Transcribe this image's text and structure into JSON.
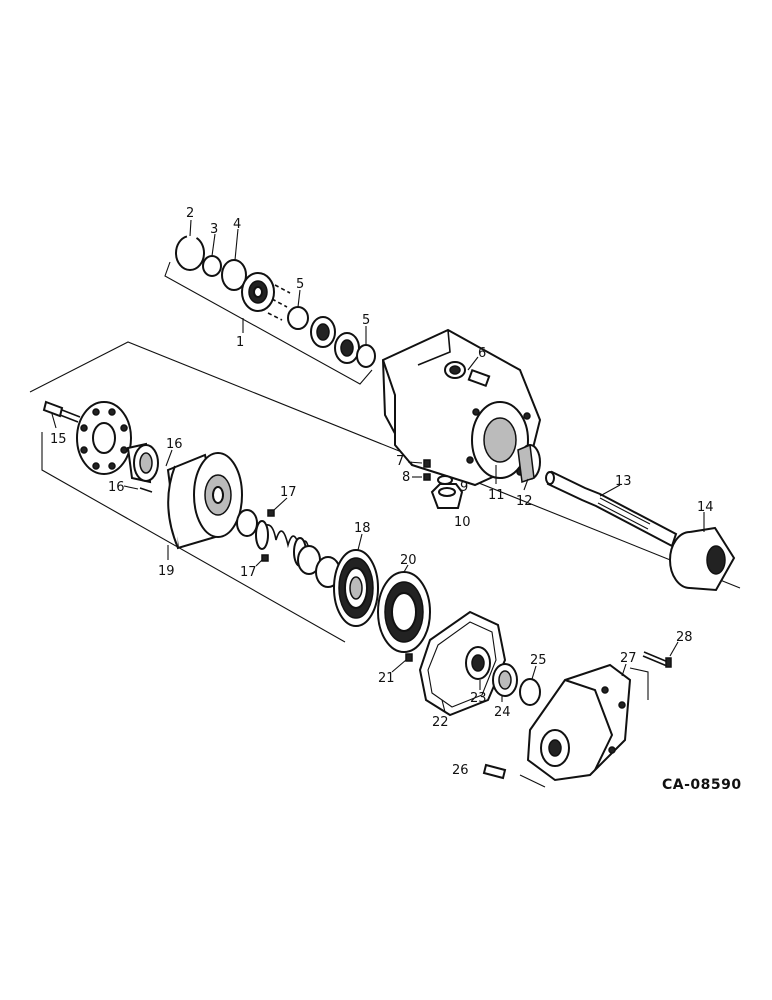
{
  "diagram": {
    "reference_code": "CA-08590",
    "callouts": [
      {
        "id": "c1",
        "label": "1"
      },
      {
        "id": "c2",
        "label": "2"
      },
      {
        "id": "c3",
        "label": "3"
      },
      {
        "id": "c4",
        "label": "4"
      },
      {
        "id": "c5a",
        "label": "5"
      },
      {
        "id": "c5b",
        "label": "5"
      },
      {
        "id": "c6",
        "label": "6"
      },
      {
        "id": "c7",
        "label": "7"
      },
      {
        "id": "c8",
        "label": "8"
      },
      {
        "id": "c9",
        "label": "9"
      },
      {
        "id": "c10",
        "label": "10"
      },
      {
        "id": "c11",
        "label": "11"
      },
      {
        "id": "c12",
        "label": "12"
      },
      {
        "id": "c13",
        "label": "13"
      },
      {
        "id": "c14",
        "label": "14"
      },
      {
        "id": "c15",
        "label": "15"
      },
      {
        "id": "c16a",
        "label": "16"
      },
      {
        "id": "c16b",
        "label": "16"
      },
      {
        "id": "c17a",
        "label": "17"
      },
      {
        "id": "c17b",
        "label": "17"
      },
      {
        "id": "c18",
        "label": "18"
      },
      {
        "id": "c19",
        "label": "19"
      },
      {
        "id": "c20",
        "label": "20"
      },
      {
        "id": "c21",
        "label": "21"
      },
      {
        "id": "c22",
        "label": "22"
      },
      {
        "id": "c23",
        "label": "23"
      },
      {
        "id": "c24",
        "label": "24"
      },
      {
        "id": "c25",
        "label": "25"
      },
      {
        "id": "c26",
        "label": "26"
      },
      {
        "id": "c27",
        "label": "27"
      },
      {
        "id": "c28",
        "label": "28"
      }
    ]
  }
}
